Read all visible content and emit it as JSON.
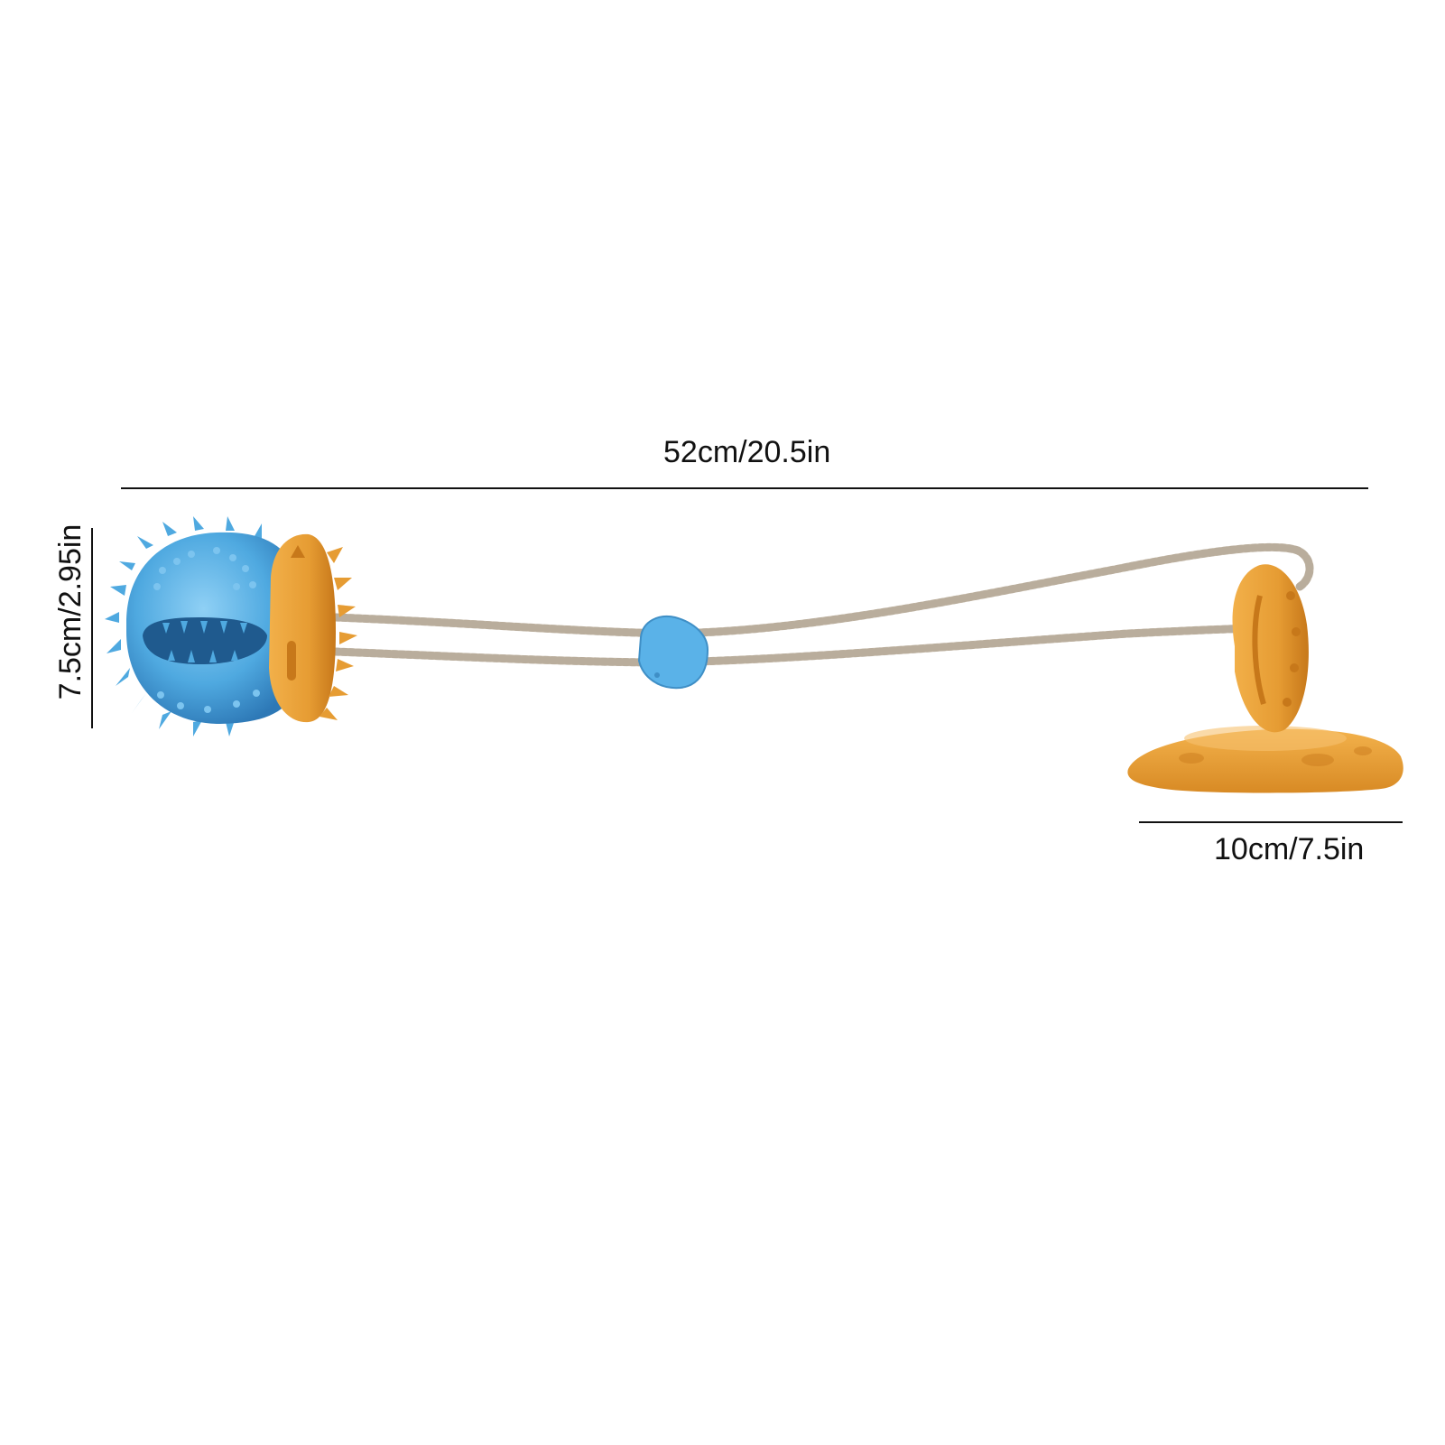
{
  "dimensions": {
    "length": "52cm/20.5in",
    "height": "7.5cm/2.95in",
    "base": "10cm/7.5in"
  },
  "colors": {
    "ball_blue": "#4fa9e0",
    "ball_blue_dark": "#2d78b6",
    "rim_orange": "#e69c33",
    "rim_orange_dark": "#c7781a",
    "rope": "#cbbfae",
    "slider_blue": "#5ab2e8"
  }
}
